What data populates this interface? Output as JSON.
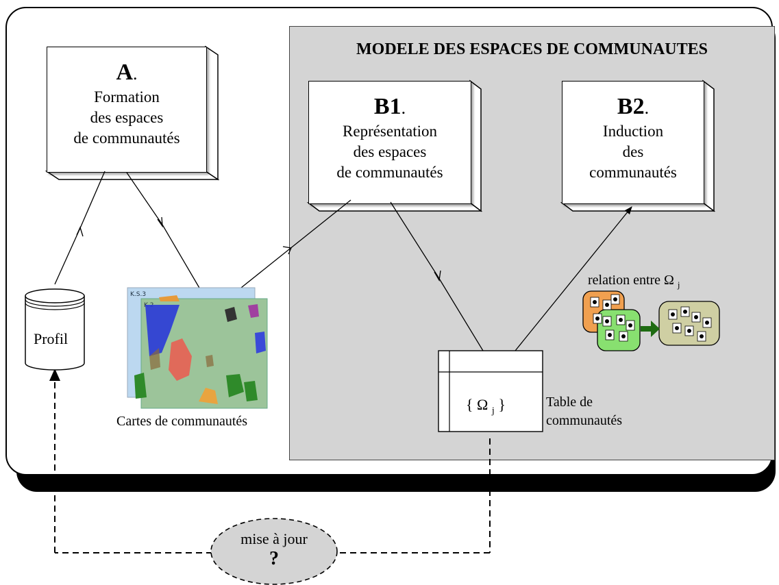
{
  "model": {
    "title": "MODELE DES ESPACES DE COMMUNAUTES"
  },
  "boxA": {
    "letter": "A",
    "dot": ".",
    "lines": [
      "Formation",
      "des espaces",
      "de communautés"
    ]
  },
  "boxB1": {
    "letter": "B1",
    "dot": ".",
    "lines": [
      "Représentation",
      "des espaces",
      "de communautés"
    ]
  },
  "boxB2": {
    "letter": "B2",
    "dot": ".",
    "lines": [
      "Induction",
      "des",
      "communautés"
    ]
  },
  "profil": {
    "label": "Profil"
  },
  "maps": {
    "caption": "Cartes de communautés"
  },
  "table": {
    "content": "{ Ω ",
    "sub": "j",
    "close": " }",
    "caption_line1": "Table de",
    "caption_line2": "communautés"
  },
  "relation": {
    "label": "relation entre Ω ",
    "sub": "j"
  },
  "update": {
    "line1": "mise à jour",
    "line2": "?"
  },
  "colors": {
    "panel_gray": "#d4d4d4",
    "map_back": "#bcd8f0",
    "map_front": "#9cc49a",
    "comm_orange": "#f0a050",
    "comm_green": "#88e070",
    "comm_khaki": "#cfcfa3",
    "arrow_green": "#1e6b12"
  }
}
